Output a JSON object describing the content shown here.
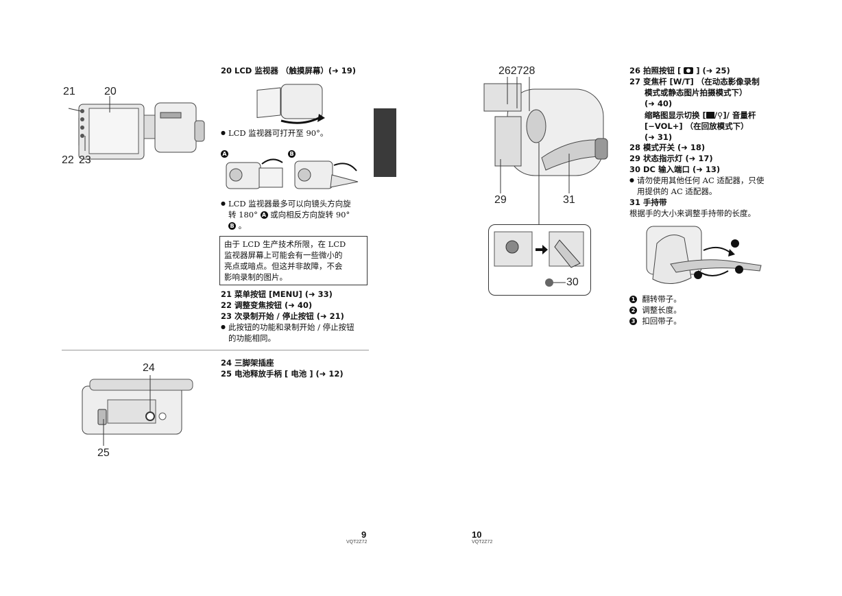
{
  "left_page": {
    "callouts_top": {
      "n21": "21",
      "n20": "20",
      "n22": "22",
      "n23": "23"
    },
    "item20": "20  LCD 监视器 （触摸屏幕）(➜ 19)",
    "bullet_open": "LCD 监视器可打开至 90°。",
    "label_a": "A",
    "label_b": "B",
    "bullet_rotate_1": "LCD 监视器最多可以向镜头方向旋",
    "bullet_rotate_2a": "转 180° ",
    "bullet_rotate_2b": " 或向相反方向旋转 90°",
    "bullet_rotate_3b": " 。",
    "note_box": [
      "由于 LCD 生产技术所限，在 LCD",
      "监视器屏幕上可能会有一些微小的",
      "亮点或暗点。但这并非故障，不会",
      "影响录制的图片。"
    ],
    "item21": "21  菜单按钮 [MENU] (➜ 33)",
    "item22": "22  调整变焦按钮 (➜ 40)",
    "item23": "23  次录制开始 / 停止按钮 (➜ 21)",
    "bullet_23": [
      "此按钮的功能和录制开始 / 停止按钮",
      "的功能相同。"
    ],
    "callouts_bottom": {
      "n24": "24",
      "n25": "25"
    },
    "item24": "24  三脚架插座",
    "item25": "25  电池释放手柄 [ 电池 ] (➜ 12)",
    "page_number": "9",
    "page_code": "VQT2Z72"
  },
  "right_page": {
    "callout_top": "262728",
    "callout_29": "29",
    "callout_31": "31",
    "callout_30": "30",
    "item26_pre": "26  拍照按钮 [ ",
    "item26_post": " ] (➜ 25)",
    "item27": [
      "27  变焦杆 [W/T] （在动态影像录制",
      "模式或静态图片拍摄模式下）",
      "(➜ 40)"
    ],
    "item27_thumb": [
      "缩略图显示切换 [",
      "/",
      "]/ 音量杆",
      "[−VOL+] （在回放模式下）",
      "(➜ 31)"
    ],
    "item28": "28  模式开关 (➜ 18)",
    "item29": "29  状态指示灯 (➜ 17)",
    "item30": "30  DC 输入端口 (➜ 13)",
    "bullet_30": [
      "请勿使用其他任何 AC 适配器，只使",
      "用提供的 AC 适配器。"
    ],
    "item31": "31  手持带",
    "desc31": "根据手的大小来调整手持带的长度。",
    "steps": [
      {
        "n": "1",
        "text": "翻转带子。"
      },
      {
        "n": "2",
        "text": "调整长度。"
      },
      {
        "n": "3",
        "text": "扣回带子。"
      }
    ],
    "page_number": "10",
    "page_code": "VQT2Z72"
  },
  "colors": {
    "tab": "#3a3a3a",
    "rule": "#999999"
  }
}
